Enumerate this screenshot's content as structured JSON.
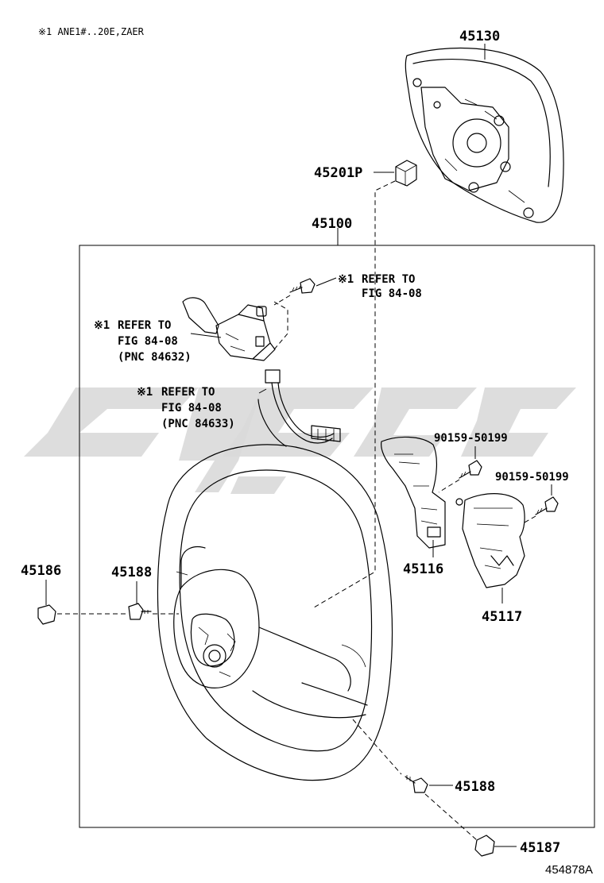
{
  "header": {
    "note": "※1 ANE1#..20E,ZAER"
  },
  "footer": {
    "figure_id": "454878A"
  },
  "callouts": {
    "airbag_pad": "45130",
    "nut": "45201P",
    "wheel_assy": "45100",
    "cap_left": "45186",
    "screw_left": "45188",
    "switch_left": "45116",
    "switch_right": "45117",
    "screw_right_1": "90159-50199",
    "screw_right_2": "90159-50199",
    "screw_bottom": "45188",
    "cap_bottom": "45187"
  },
  "refs": {
    "top": {
      "mark": "※1",
      "line1": "REFER TO",
      "line2": "FIG 84-08"
    },
    "middle": {
      "mark": "※1",
      "line1": "REFER TO",
      "line2": "FIG 84-08",
      "line3": "(PNC 84632)"
    },
    "lower": {
      "mark": "※1",
      "line1": "REFER TO",
      "line2": "FIG 84-08",
      "line3": "(PNC 84633)"
    }
  }
}
